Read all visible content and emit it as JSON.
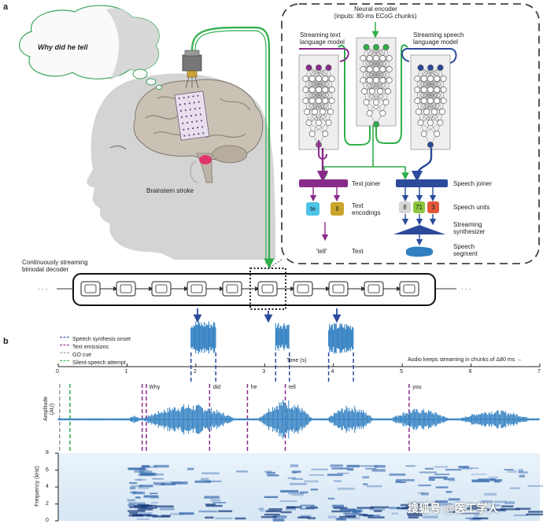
{
  "panel_a": {
    "letter": "a",
    "thought_text": "Why did he tell",
    "brainstem_label": "Brainstem stroke",
    "neural_encoder": {
      "title": "Neural encoder",
      "subtitle": "(inputs: 80-ms ECoG chunks)"
    },
    "text_lm": {
      "line1": "Streaming text",
      "line2": "language model"
    },
    "speech_lm": {
      "line1": "Streaming speech",
      "line2": "language model"
    },
    "text_joiner": "Text joiner",
    "speech_joiner": "Speech joiner",
    "text_encodings": {
      "line1": "Text",
      "line2": "encodings"
    },
    "text_tokens": [
      "te",
      "ll"
    ],
    "speech_units_label": "Speech units",
    "speech_units": [
      "8",
      "71",
      "3"
    ],
    "synthesizer": {
      "line1": "Streaming",
      "line2": "synthesizer"
    },
    "text_output": "'tell'",
    "text_label": "Text",
    "speech_segment": {
      "line1": "Speech",
      "line2": "segment"
    },
    "decoder_label": {
      "line1": "Continuously streaming",
      "line2": "bimodal decoder"
    },
    "ellipsis_left": "· · ·",
    "ellipsis_right": "· · ·"
  },
  "panel_b": {
    "letter": "b",
    "legend": [
      {
        "label": "Speech synthesis onset",
        "color": "#2b4a9b"
      },
      {
        "label": "Text emissions",
        "color": "#8a2a8a"
      },
      {
        "label": "GO cue",
        "color": "#9a9a9a"
      },
      {
        "label": "Silent-speech attempt",
        "color": "#2fae4a"
      }
    ],
    "time_axis_label": "Time (s)",
    "streaming_note": "Audio keeps streaming in chunks of Δ80 ms →",
    "time_ticks": [
      "0",
      "1",
      "2",
      "3",
      "4",
      "5",
      "6",
      "7"
    ],
    "words": [
      "Why",
      "did",
      "he",
      "tell",
      "you"
    ],
    "amplitude_label": {
      "line1": "Amplitude",
      "line2": "(AU)"
    },
    "frequency_label": "Frequency (kHz)",
    "freq_ticks": [
      "8",
      "6",
      "4",
      "2",
      "0"
    ]
  },
  "watermark": "搜狐号 @医工学人",
  "colors": {
    "text_branch": "#8a2a8a",
    "speech_branch": "#2b4a9b",
    "encoder": "#2fae4a",
    "waveform": "#2f7fc1"
  }
}
